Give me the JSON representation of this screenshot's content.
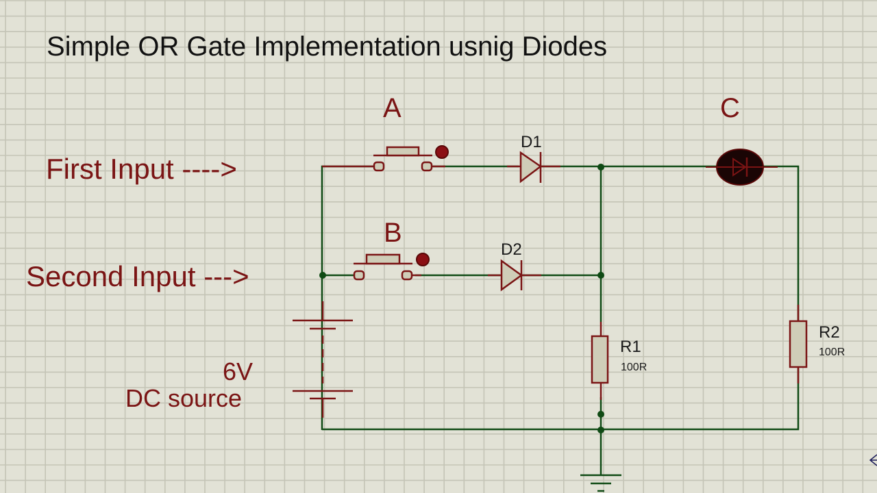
{
  "title": "Simple OR Gate Implementation usnig Diodes",
  "labels": {
    "first_input": "First Input ---->",
    "second_input": "Second Input --->",
    "switch_a": "A",
    "switch_b": "B",
    "output_c": "C",
    "source_voltage": "6V",
    "source_name": "DC source"
  },
  "components": {
    "d1": {
      "ref": "D1",
      "type": "diode"
    },
    "d2": {
      "ref": "D2",
      "type": "diode"
    },
    "led": {
      "ref": "C",
      "type": "led-indicator",
      "state": "off"
    },
    "r1": {
      "ref": "R1",
      "value": "100R"
    },
    "r2": {
      "ref": "R2",
      "value": "100R"
    },
    "sw_a": {
      "ref": "A",
      "type": "push-button"
    },
    "sw_b": {
      "ref": "B",
      "type": "push-button"
    },
    "battery": {
      "voltage": "6V"
    }
  },
  "colors": {
    "background": "#e2e2d6",
    "grid": "#c4c4b6",
    "wire": "#0f4a14",
    "component": "#7a1414",
    "component_fill": "#cfcdb8",
    "text_dark": "#111111",
    "led_fill": "#1a0505"
  }
}
